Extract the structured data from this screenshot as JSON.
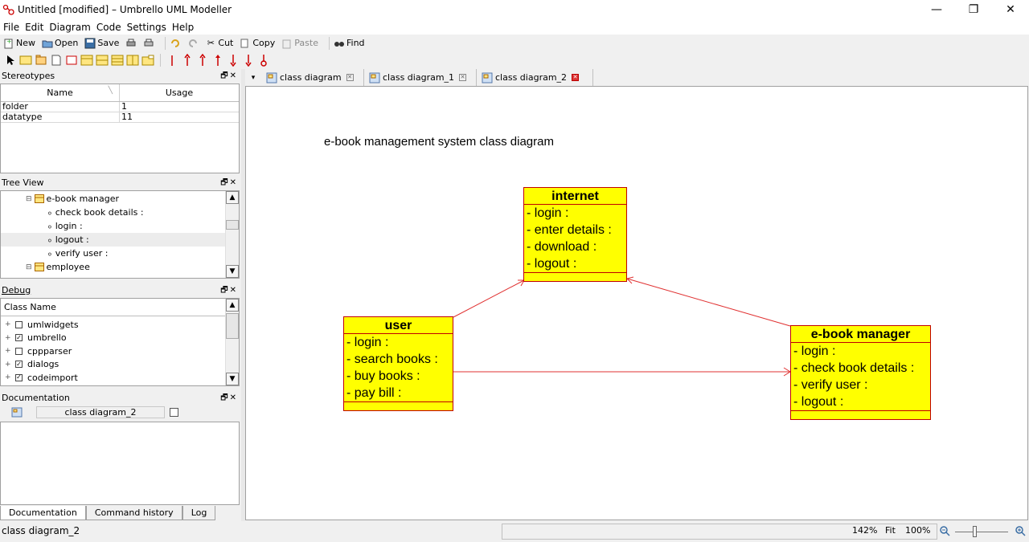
{
  "window": {
    "title": "Untitled [modified] – Umbrello UML Modeller",
    "minimize": "—",
    "maximize": "❐",
    "close": "✕"
  },
  "menu": [
    "File",
    "Edit",
    "Diagram",
    "Code",
    "Settings",
    "Help"
  ],
  "toolbar": {
    "new": "New",
    "open": "Open",
    "save": "Save",
    "cut": "Cut",
    "copy": "Copy",
    "paste": "Paste",
    "find": "Find"
  },
  "stereotypes": {
    "title": "Stereotypes",
    "columns": [
      "Name",
      "Usage"
    ],
    "rows": [
      {
        "name": "folder",
        "usage": "1"
      },
      {
        "name": "datatype",
        "usage": "11"
      }
    ]
  },
  "tree_view": {
    "title": "Tree View",
    "items": [
      {
        "label": "e-book manager",
        "kind": "class"
      },
      {
        "label": "check book details :",
        "kind": "attribute"
      },
      {
        "label": "login :",
        "kind": "attribute"
      },
      {
        "label": "logout :",
        "kind": "attribute"
      },
      {
        "label": "verify user :",
        "kind": "attribute"
      },
      {
        "label": "employee",
        "kind": "class"
      }
    ]
  },
  "debug": {
    "title": "Debug",
    "column": "Class Name",
    "items": [
      {
        "label": "umlwidgets",
        "checked": false
      },
      {
        "label": "umbrello",
        "checked": true
      },
      {
        "label": "cppparser",
        "checked": false
      },
      {
        "label": "dialogs",
        "checked": true
      },
      {
        "label": "codeimport",
        "checked": true
      }
    ]
  },
  "documentation": {
    "title": "Documentation",
    "name": "class diagram_2"
  },
  "bottom_tabs": [
    "Documentation",
    "Command history",
    "Log"
  ],
  "diagram_tabs": [
    {
      "label": "class diagram",
      "active": false
    },
    {
      "label": "class diagram_1",
      "active": false
    },
    {
      "label": "class diagram_2",
      "active": true
    }
  ],
  "diagram": {
    "title": "e-book management system class diagram",
    "classes": [
      {
        "id": "internet",
        "name": "internet",
        "attributes": [
          "- login :",
          "- enter details :",
          "- download :",
          "- logout :"
        ]
      },
      {
        "id": "user",
        "name": "user",
        "attributes": [
          "- login  :",
          "- search books :",
          "- buy books :",
          "- pay bill :"
        ]
      },
      {
        "id": "ebook",
        "name": "e-book manager",
        "attributes": [
          "- login :",
          "- check book details :",
          "- verify user :",
          "- logout :"
        ]
      }
    ]
  },
  "statusbar": {
    "left": "class diagram_2",
    "zoom": "142%",
    "fit": "Fit",
    "hundred": "100%"
  },
  "colors": {
    "class_fill": "#ffff00",
    "class_border": "#c00000",
    "association": "#e03030"
  }
}
